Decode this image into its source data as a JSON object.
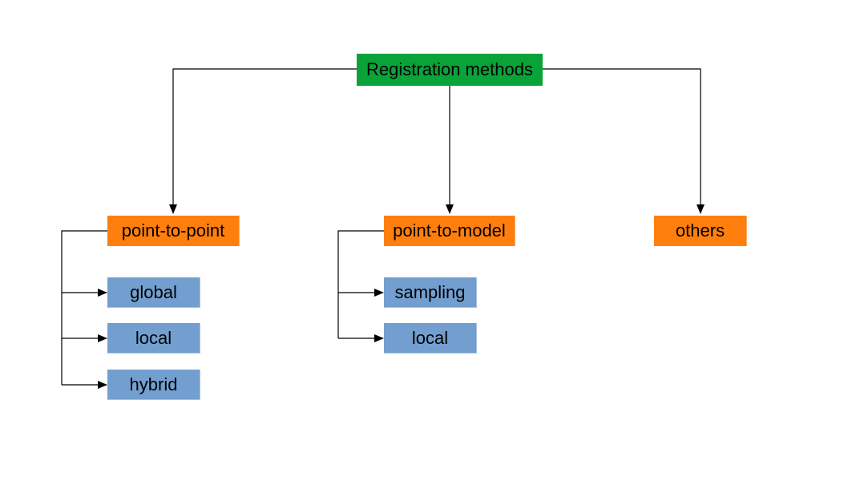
{
  "colors": {
    "root": "#0aa33a",
    "category": "#ff7f0e",
    "method": "#729fcf",
    "connector": "#000000"
  },
  "root": {
    "label": "Registration methods"
  },
  "categories": [
    {
      "label": "point-to-point",
      "children": [
        {
          "label": "global"
        },
        {
          "label": "local"
        },
        {
          "label": "hybrid"
        }
      ]
    },
    {
      "label": "point-to-model",
      "children": [
        {
          "label": "sampling"
        },
        {
          "label": "local"
        }
      ]
    },
    {
      "label": "others",
      "children": []
    }
  ]
}
